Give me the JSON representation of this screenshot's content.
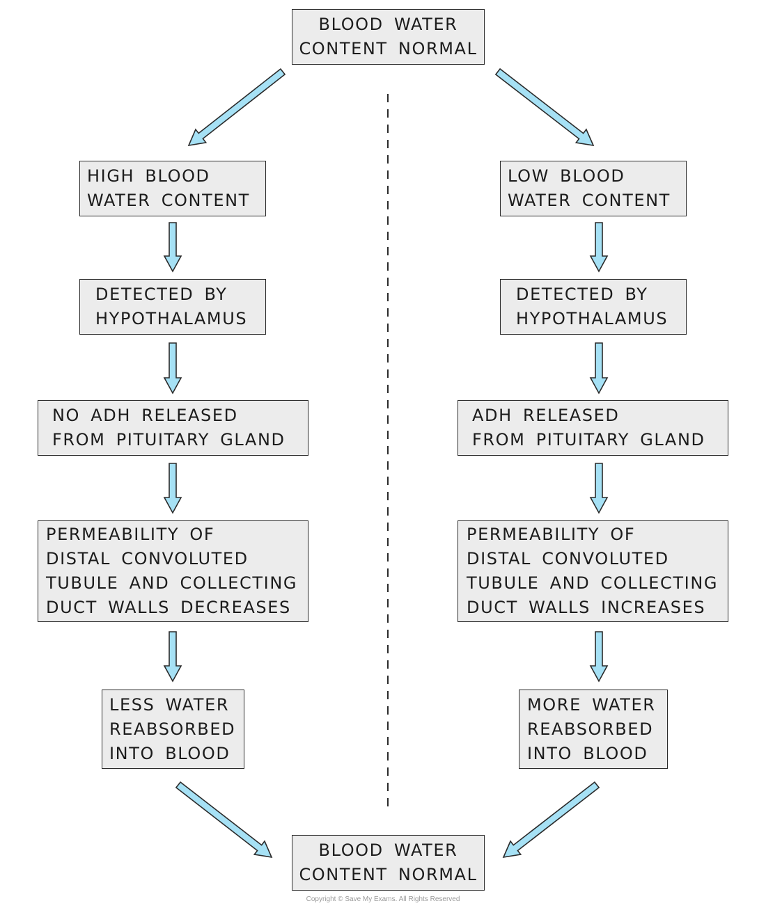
{
  "colors": {
    "box_fill": "#ececec",
    "box_border": "#2b2b2b",
    "arrow_fill": "#a6e1f5",
    "arrow_stroke": "#2b2b2b",
    "divider": "#2b2b2b"
  },
  "top_box": {
    "lines": [
      "BLOOD WATER",
      "CONTENT NORMAL"
    ]
  },
  "left": {
    "high": {
      "lines": [
        "HIGH BLOOD",
        "WATER CONTENT"
      ]
    },
    "detected": {
      "lines": [
        "DETECTED BY",
        "HYPOTHALAMUS"
      ]
    },
    "adh": {
      "lines": [
        "NO ADH RELEASED",
        "FROM PITUITARY GLAND"
      ]
    },
    "permeability": {
      "lines": [
        "PERMEABILITY OF",
        "DISTAL CONVOLUTED",
        "TUBULE AND COLLECTING",
        "DUCT WALLS DECREASES"
      ]
    },
    "water": {
      "lines": [
        "LESS WATER",
        "REABSORBED",
        "INTO BLOOD"
      ]
    }
  },
  "right": {
    "low": {
      "lines": [
        "LOW BLOOD",
        "WATER CONTENT"
      ]
    },
    "detected": {
      "lines": [
        "DETECTED BY",
        "HYPOTHALAMUS"
      ]
    },
    "adh": {
      "lines": [
        "ADH RELEASED",
        "FROM PITUITARY GLAND"
      ]
    },
    "permeability": {
      "lines": [
        "PERMEABILITY OF",
        "DISTAL CONVOLUTED",
        "TUBULE AND COLLECTING",
        "DUCT WALLS INCREASES"
      ]
    },
    "water": {
      "lines": [
        "MORE WATER",
        "REABSORBED",
        "INTO BLOOD"
      ]
    }
  },
  "bottom_box": {
    "lines": [
      "BLOOD WATER",
      "CONTENT NORMAL"
    ]
  },
  "copyright": "Copyright © Save My Exams. All Rights Reserved"
}
